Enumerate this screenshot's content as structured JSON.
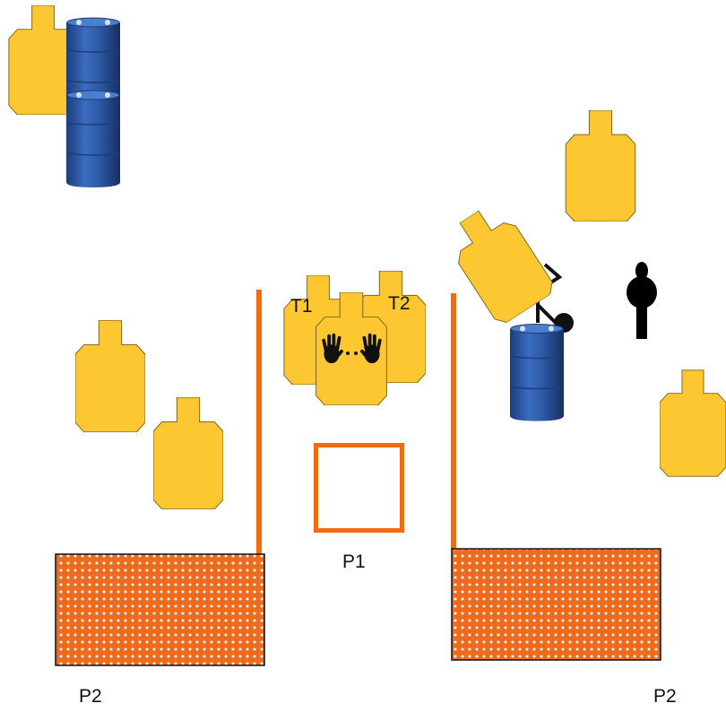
{
  "labels": {
    "t1": "T1",
    "t2": "T2",
    "p1": "P1",
    "p2_left": "P2",
    "p2_right": "P2"
  },
  "colors": {
    "target": "#FDC731",
    "target_outline": "#7a6420",
    "barrel": "#2F5BA6",
    "barrel_dark": "#1d3d7a",
    "fault_line": "#F26B10",
    "mat": "#EE6A1D",
    "hands": "#111111",
    "no_shoot": "#000000"
  },
  "icons": {
    "hands": "hands-icon",
    "no_shoot": "no-shoot-silhouette"
  }
}
